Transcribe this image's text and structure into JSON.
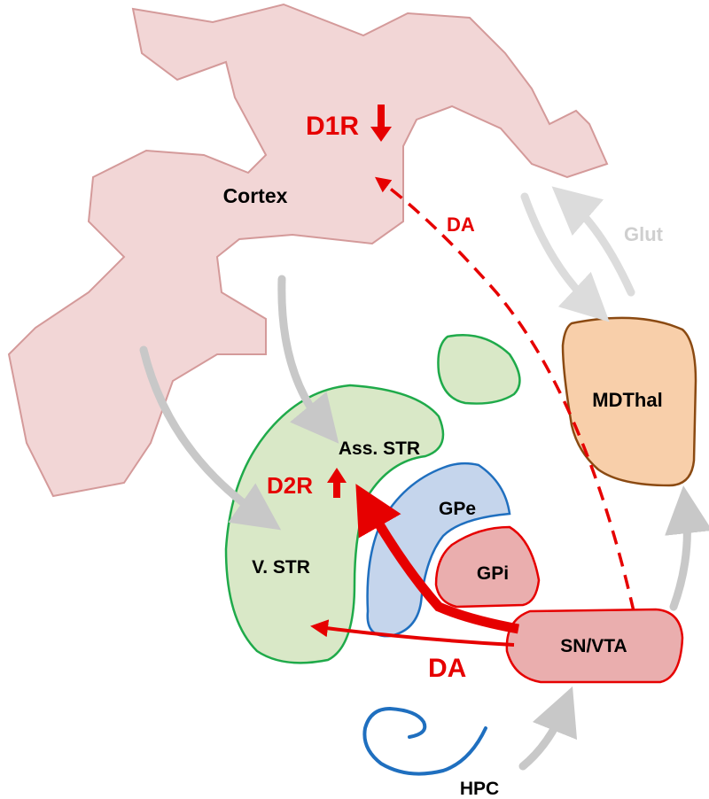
{
  "regions": {
    "cortex": "Cortex",
    "ass_str": "Ass. STR",
    "v_str": "V. STR",
    "gpe": "GPe",
    "gpi": "GPi",
    "sn_vta": "SN/VTA",
    "mdthal": "MDThal",
    "hpc": "HPC"
  },
  "annotations": {
    "d1r": "D1R",
    "d2r": "D2R",
    "da_cortex": "DA",
    "da_striatum": "DA",
    "glut": "Glut"
  },
  "colors": {
    "cortex_fill": "#f2d6d6",
    "cortex_stroke": "#d49a9a",
    "striatum_fill": "#d9e8c7",
    "striatum_stroke": "#1faa4a",
    "gpe_fill": "#c5d5ec",
    "gpe_stroke": "#1f6fbf",
    "gpi_fill": "#eaaeae",
    "red": "#e60000",
    "mdthal_fill": "#f8cfaa",
    "mdthal_stroke": "#8b4a12",
    "gray_arrow": "#c8c8c8",
    "hpc_stroke": "#1f6fbf"
  }
}
